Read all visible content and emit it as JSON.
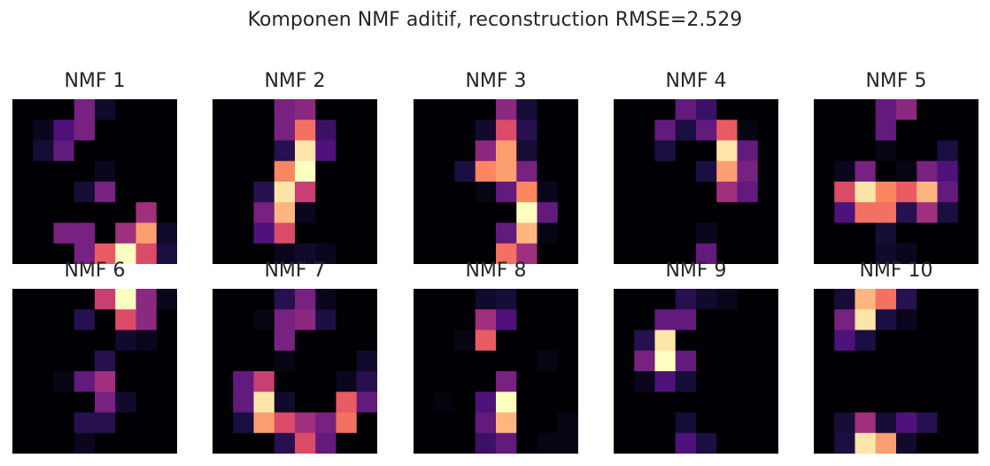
{
  "title": "Komponen NMF aditif, reconstruction RMSE=2.529",
  "colormap": [
    "#000004",
    "#1c1044",
    "#4f127b",
    "#812581",
    "#b5367a",
    "#e55064",
    "#fb8761",
    "#fec287",
    "#fcfdbf"
  ],
  "chart_data": {
    "type": "heatmap",
    "title": "Komponen NMF aditif, reconstruction RMSE=2.529",
    "value_scale": "normalized 0-1 per component (magma colormap)",
    "grid_size": [
      8,
      8
    ],
    "components": [
      {
        "name": "NMF 1",
        "values": [
          [
            0,
            0,
            0,
            0.35,
            0.08,
            0,
            0,
            0
          ],
          [
            0,
            0.05,
            0.25,
            0.35,
            0,
            0,
            0,
            0
          ],
          [
            0,
            0.1,
            0.3,
            0,
            0,
            0,
            0,
            0
          ],
          [
            0,
            0,
            0,
            0,
            0.05,
            0,
            0,
            0
          ],
          [
            0,
            0,
            0,
            0.1,
            0.35,
            0,
            0,
            0
          ],
          [
            0,
            0,
            0,
            0,
            0,
            0,
            0.45,
            0
          ],
          [
            0,
            0,
            0.35,
            0.35,
            0,
            0.45,
            0.8,
            0.08
          ],
          [
            0,
            0,
            0,
            0.35,
            0.65,
            1.0,
            0.6,
            0.12
          ]
        ]
      },
      {
        "name": "NMF 2",
        "values": [
          [
            0,
            0,
            0,
            0.35,
            0.4,
            0,
            0,
            0
          ],
          [
            0,
            0,
            0,
            0.35,
            0.7,
            0.2,
            0,
            0
          ],
          [
            0,
            0,
            0,
            0.15,
            0.95,
            0.25,
            0,
            0
          ],
          [
            0,
            0,
            0,
            0.75,
            1.0,
            0,
            0,
            0
          ],
          [
            0,
            0,
            0.15,
            0.95,
            0.55,
            0,
            0,
            0
          ],
          [
            0,
            0,
            0.35,
            0.85,
            0.05,
            0,
            0,
            0
          ],
          [
            0,
            0,
            0.25,
            0.6,
            0,
            0,
            0,
            0
          ],
          [
            0,
            0,
            0,
            0.05,
            0.08,
            0.05,
            0,
            0
          ]
        ]
      },
      {
        "name": "NMF 3",
        "values": [
          [
            0,
            0,
            0,
            0,
            0.4,
            0.1,
            0,
            0
          ],
          [
            0,
            0,
            0,
            0.08,
            0.6,
            0.15,
            0,
            0
          ],
          [
            0,
            0,
            0,
            0.4,
            0.8,
            0.1,
            0,
            0
          ],
          [
            0,
            0,
            0.12,
            0.75,
            0.8,
            0.35,
            0,
            0
          ],
          [
            0,
            0,
            0,
            0.03,
            0.3,
            0.75,
            0.05,
            0
          ],
          [
            0,
            0,
            0,
            0,
            0,
            1.0,
            0.3,
            0
          ],
          [
            0,
            0,
            0,
            0,
            0.3,
            0.85,
            0.03,
            0
          ],
          [
            0,
            0,
            0,
            0,
            0.7,
            0.45,
            0,
            0
          ]
        ]
      },
      {
        "name": "NMF 4",
        "values": [
          [
            0,
            0,
            0,
            0.3,
            0.2,
            0,
            0,
            0
          ],
          [
            0,
            0,
            0.3,
            0.12,
            0.3,
            0.65,
            0.03,
            0
          ],
          [
            0,
            0,
            0.12,
            0,
            0,
            0.95,
            0.3,
            0
          ],
          [
            0,
            0,
            0,
            0,
            0.12,
            0.8,
            0.35,
            0
          ],
          [
            0,
            0,
            0,
            0,
            0,
            0.45,
            0.3,
            0
          ],
          [
            0,
            0,
            0,
            0,
            0,
            0,
            0,
            0
          ],
          [
            0,
            0,
            0,
            0,
            0.05,
            0,
            0,
            0
          ],
          [
            0,
            0,
            0,
            0,
            0.3,
            0,
            0,
            0
          ]
        ]
      },
      {
        "name": "NMF 5",
        "values": [
          [
            0,
            0,
            0,
            0.3,
            0.4,
            0,
            0,
            0
          ],
          [
            0,
            0,
            0,
            0.3,
            0,
            0,
            0,
            0
          ],
          [
            0,
            0,
            0,
            0.03,
            0,
            0,
            0.12,
            0
          ],
          [
            0,
            0.05,
            0.35,
            0,
            0.03,
            0.35,
            0.25,
            0
          ],
          [
            0,
            0.6,
            0.95,
            0.75,
            0.65,
            0.85,
            0.3,
            0
          ],
          [
            0,
            0.25,
            0.7,
            0.7,
            0.15,
            0.45,
            0.12,
            0
          ],
          [
            0,
            0,
            0,
            0.1,
            0,
            0,
            0,
            0
          ],
          [
            0,
            0,
            0,
            0.08,
            0.05,
            0,
            0,
            0
          ]
        ]
      },
      {
        "name": "NMF 6",
        "values": [
          [
            0,
            0,
            0,
            0,
            0.55,
            1.0,
            0.4,
            0.05
          ],
          [
            0,
            0,
            0,
            0.15,
            0,
            0.6,
            0.4,
            0
          ],
          [
            0,
            0,
            0,
            0,
            0,
            0.08,
            0.05,
            0
          ],
          [
            0,
            0,
            0,
            0,
            0.15,
            0,
            0,
            0
          ],
          [
            0,
            0,
            0.03,
            0.3,
            0.45,
            0,
            0,
            0
          ],
          [
            0,
            0,
            0,
            0,
            0.35,
            0.08,
            0,
            0
          ],
          [
            0,
            0,
            0,
            0.15,
            0.15,
            0,
            0,
            0
          ],
          [
            0,
            0,
            0,
            0.05,
            0,
            0,
            0,
            0
          ]
        ]
      },
      {
        "name": "NMF 7",
        "values": [
          [
            0,
            0,
            0,
            0.15,
            0.35,
            0.05,
            0,
            0
          ],
          [
            0,
            0,
            0.03,
            0.35,
            0.4,
            0.12,
            0,
            0
          ],
          [
            0,
            0,
            0,
            0.35,
            0,
            0,
            0,
            0
          ],
          [
            0,
            0,
            0,
            0.03,
            0,
            0,
            0,
            0.08
          ],
          [
            0,
            0.3,
            0.55,
            0,
            0,
            0,
            0.05,
            0.15
          ],
          [
            0,
            0.3,
            0.95,
            0.08,
            0,
            0,
            0.65,
            0.3
          ],
          [
            0,
            0.12,
            0.8,
            0.6,
            0.45,
            0.35,
            0.7,
            0
          ],
          [
            0,
            0,
            0,
            0.15,
            0.6,
            0.3,
            0,
            0
          ]
        ]
      },
      {
        "name": "NMF 8",
        "values": [
          [
            0,
            0,
            0,
            0.08,
            0.1,
            0,
            0,
            0
          ],
          [
            0,
            0,
            0,
            0.45,
            0.25,
            0,
            0,
            0
          ],
          [
            0,
            0,
            0.03,
            0.65,
            0,
            0,
            0,
            0
          ],
          [
            0,
            0,
            0,
            0,
            0,
            0,
            0.03,
            0
          ],
          [
            0,
            0,
            0,
            0,
            0.35,
            0,
            0,
            0
          ],
          [
            0,
            0.02,
            0,
            0.25,
            1.0,
            0,
            0,
            0
          ],
          [
            0,
            0,
            0,
            0.3,
            0.85,
            0,
            0,
            0.03
          ],
          [
            0,
            0,
            0,
            0.2,
            0.3,
            0,
            0.03,
            0.03
          ]
        ]
      },
      {
        "name": "NMF 9",
        "values": [
          [
            0,
            0,
            0,
            0.15,
            0.08,
            0.05,
            0,
            0
          ],
          [
            0,
            0,
            0.3,
            0.3,
            0,
            0,
            0,
            0
          ],
          [
            0,
            0.15,
            0.95,
            0,
            0,
            0,
            0,
            0
          ],
          [
            0,
            0.35,
            1.0,
            0.3,
            0,
            0,
            0,
            0
          ],
          [
            0,
            0.05,
            0.25,
            0.1,
            0,
            0,
            0,
            0
          ],
          [
            0,
            0,
            0,
            0,
            0,
            0,
            0,
            0
          ],
          [
            0,
            0,
            0,
            0.1,
            0,
            0,
            0,
            0
          ],
          [
            0,
            0,
            0,
            0.25,
            0.12,
            0,
            0,
            0
          ]
        ]
      },
      {
        "name": "NMF 10",
        "values": [
          [
            0,
            0.1,
            0.85,
            0.7,
            0.15,
            0,
            0,
            0
          ],
          [
            0,
            0.35,
            0.95,
            0.12,
            0.05,
            0,
            0,
            0
          ],
          [
            0,
            0.25,
            0.12,
            0,
            0,
            0,
            0,
            0
          ],
          [
            0,
            0,
            0,
            0,
            0,
            0,
            0,
            0
          ],
          [
            0,
            0,
            0,
            0,
            0,
            0,
            0,
            0
          ],
          [
            0,
            0,
            0,
            0,
            0,
            0,
            0,
            0
          ],
          [
            0,
            0.1,
            0.45,
            0.1,
            0.25,
            0.15,
            0,
            0
          ],
          [
            0,
            0.12,
            0.95,
            0.8,
            0.08,
            0,
            0,
            0
          ]
        ]
      }
    ]
  }
}
